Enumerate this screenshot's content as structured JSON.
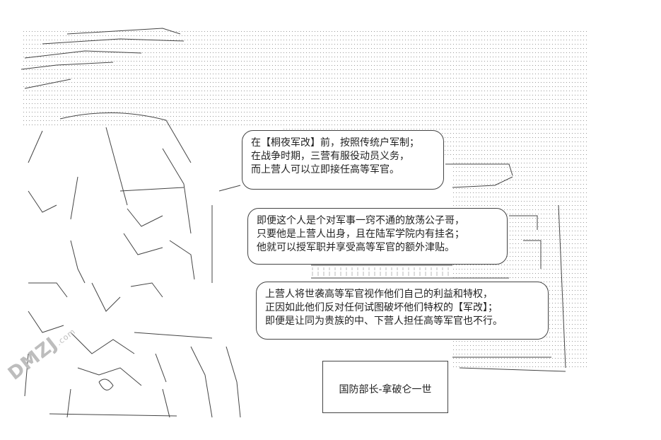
{
  "bubbles": [
    {
      "lines": [
        "在【桐夜军改】前，按照传统户军制；",
        "在战争时期，三营有服役动员义务，",
        "而上营人可以立即接任高等军官。"
      ]
    },
    {
      "lines": [
        "即便这个人是个对军事一窍不通的放荡公子哥，",
        "只要他是上营人出身，且在陆军学院内有挂名；",
        "他就可以授军职并享受高等军官的额外津贴。"
      ]
    },
    {
      "lines": [
        "上营人将世袭高等军官视作他们自己的利益和特权，",
        "正因如此他们反对任何试图破坏他们特权的【军改】；",
        "即便是让同为贵族的中、下营人担任高等军官也不行。"
      ]
    }
  ],
  "caption": "国防部长-拿破仑一世",
  "watermark": {
    "brand": "DMZJ",
    "domain": ".com"
  },
  "colors": {
    "ink": "#444444",
    "dots": "#9a9a9a",
    "watermark": "#bdbdbd"
  }
}
